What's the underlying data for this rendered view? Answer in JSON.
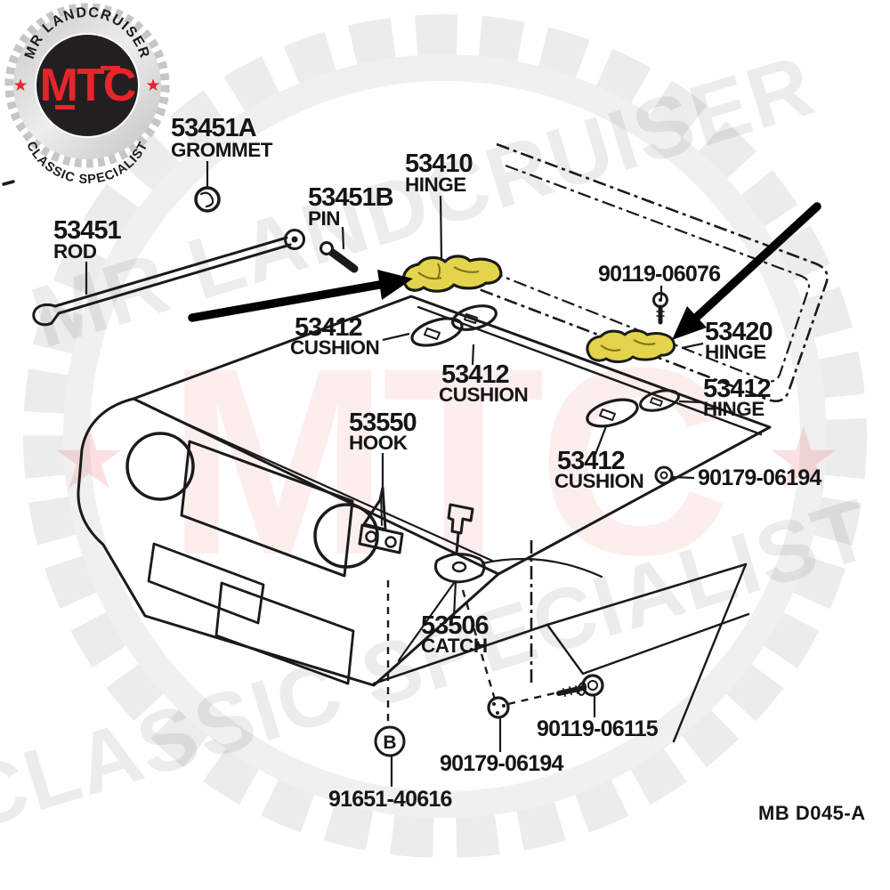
{
  "logo": {
    "arc_top": "MR LANDCRUISER",
    "brand": "MTC",
    "arc_bottom": "CLASSIC SPECIALIST",
    "star": "★",
    "colors": {
      "red": "#e8252b",
      "black": "#231f20",
      "silver": "#d9d9d9"
    }
  },
  "watermark": {
    "diag_top": "MR LANDCRUISER",
    "diag_bottom": "CLASSIC SPECIALIST",
    "brand": "MTC",
    "star": "★"
  },
  "diagram": {
    "highlight_color": "#e3d44b",
    "figure_code": "MB D045-A",
    "callout_b": "B",
    "labels": [
      {
        "code": "53451A",
        "name": "GROMMET"
      },
      {
        "code": "53451B",
        "name": "PIN"
      },
      {
        "code": "53451",
        "name": "ROD"
      },
      {
        "code": "53410",
        "name": "HINGE"
      },
      {
        "code": "90119-06076",
        "name": ""
      },
      {
        "code": "53420",
        "name": "HINGE"
      },
      {
        "code": "53412",
        "name": "HINGE"
      },
      {
        "code": "53412",
        "name": "CUSHION"
      },
      {
        "code": "53412",
        "name": "CUSHION"
      },
      {
        "code": "53550",
        "name": "HOOK"
      },
      {
        "code": "53412",
        "name": "CUSHION"
      },
      {
        "code": "90179-06194",
        "name": ""
      },
      {
        "code": "53506",
        "name": "CATCH"
      },
      {
        "code": "90119-06115",
        "name": ""
      },
      {
        "code": "90179-06194",
        "name": ""
      },
      {
        "code": "91651-40616",
        "name": ""
      }
    ]
  }
}
